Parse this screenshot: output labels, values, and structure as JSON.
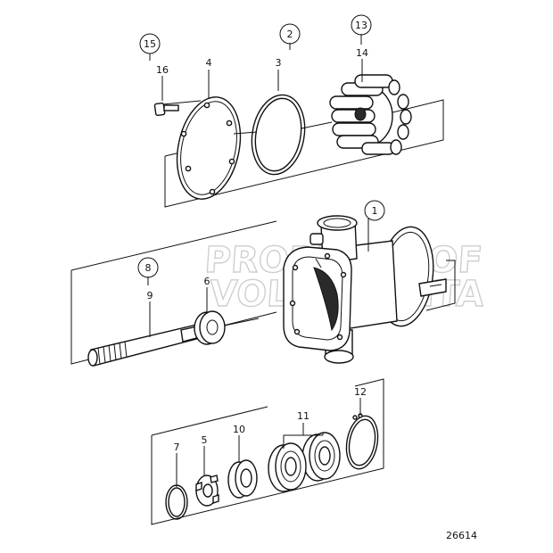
{
  "figure_number": "26614",
  "watermark": {
    "line1": "PROPERTY OF",
    "line2": "VOLVO PENTA"
  },
  "callouts": [
    {
      "id": "c15",
      "text": "15",
      "circled": true
    },
    {
      "id": "c2",
      "text": "2",
      "circled": true
    },
    {
      "id": "c13",
      "text": "13",
      "circled": true
    },
    {
      "id": "c1",
      "text": "1",
      "circled": true
    },
    {
      "id": "c8",
      "text": "8",
      "circled": true
    },
    {
      "id": "n16",
      "text": "16",
      "circled": false
    },
    {
      "id": "n4",
      "text": "4",
      "circled": false
    },
    {
      "id": "n3",
      "text": "3",
      "circled": false
    },
    {
      "id": "n14",
      "text": "14",
      "circled": false
    },
    {
      "id": "n9",
      "text": "9",
      "circled": false
    },
    {
      "id": "n6",
      "text": "6",
      "circled": false
    },
    {
      "id": "n12",
      "text": "12",
      "circled": false
    },
    {
      "id": "n11",
      "text": "11",
      "circled": false
    },
    {
      "id": "n7",
      "text": "7",
      "circled": false
    },
    {
      "id": "n5",
      "text": "5",
      "circled": false
    },
    {
      "id": "n10",
      "text": "10",
      "circled": false
    }
  ]
}
